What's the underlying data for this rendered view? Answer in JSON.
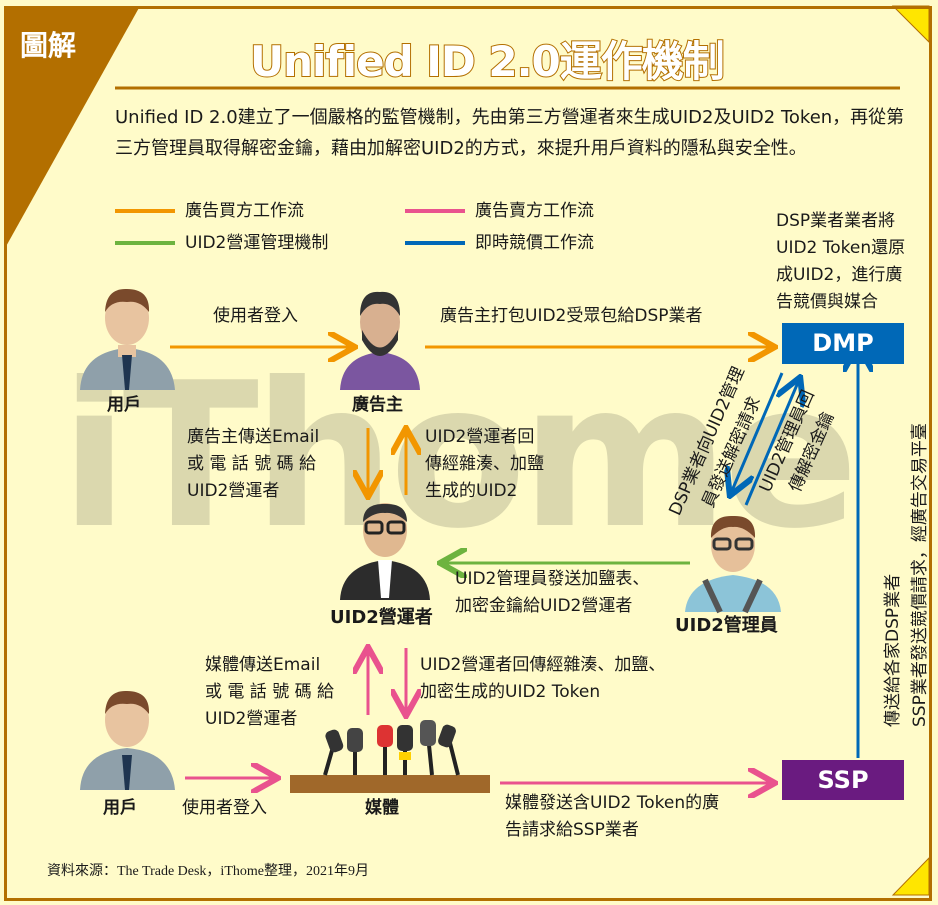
{
  "badge": "圖解",
  "title": "Unified ID 2.0運作機制",
  "intro": "Unified ID 2.0建立了一個嚴格的監管機制，先由第三方營運者來生成UID2及UID2 Token，再從第三方管理員取得解密金鑰，藉由加解密UID2的方式，來提升用戶資料的隱私與安全性。",
  "watermark": "iThome",
  "legend": [
    {
      "label": "廣告買方工作流",
      "color": "#f29600"
    },
    {
      "label": "廣告賣方工作流",
      "color": "#e9528e"
    },
    {
      "label": "UID2營運管理機制",
      "color": "#6db33f"
    },
    {
      "label": "即時競價工作流",
      "color": "#0068b7"
    }
  ],
  "actors": {
    "user1": "用戶",
    "advertiser": "廣告主",
    "operator": "UID2營運者",
    "admin": "UID2管理員",
    "user2": "用戶",
    "media": "媒體",
    "dmp": "DMP",
    "ssp": "SSP"
  },
  "colors": {
    "dmp": "#0068b7",
    "ssp": "#6a1b80",
    "border": "#b36f00"
  },
  "notes": {
    "dsp": [
      "DSP業者業者將",
      "UID2 Token還原",
      "成UID2，進行廣",
      "告競價與媒合"
    ],
    "login1": "使用者登入",
    "pack": "廣告主打包UID2受眾包給DSP業者",
    "adv_send": [
      "廣告主傳送Email",
      "或 電 話 號 碼 給",
      "UID2營運者"
    ],
    "op_return": [
      "UID2營運者回",
      "傳經雜湊、加鹽",
      "生成的UID2"
    ],
    "admin_send": [
      "UID2管理員發送加鹽表、",
      "加密金鑰給UID2營運者"
    ],
    "dsp_req": [
      "DSP業者向UID2管理",
      "員發送解密請求"
    ],
    "admin_ret": [
      "UID2管理員回",
      "傳解密金鑰"
    ],
    "ssp_req": [
      "SSP業者發送競價請求，經廣告交易平臺",
      "傳送給各家DSP業者"
    ],
    "media_send": [
      "媒體傳送Email",
      "或 電 話 號 碼 給",
      "UID2營運者"
    ],
    "op_return2": [
      "UID2營運者回傳經雜湊、加鹽、",
      "加密生成的UID2 Token"
    ],
    "login2": "使用者登入",
    "media_req": [
      "媒體發送含UID2 Token的廣",
      "告請求給SSP業者"
    ]
  },
  "source": "資料來源：The Trade Desk，iThome整理，2021年9月"
}
